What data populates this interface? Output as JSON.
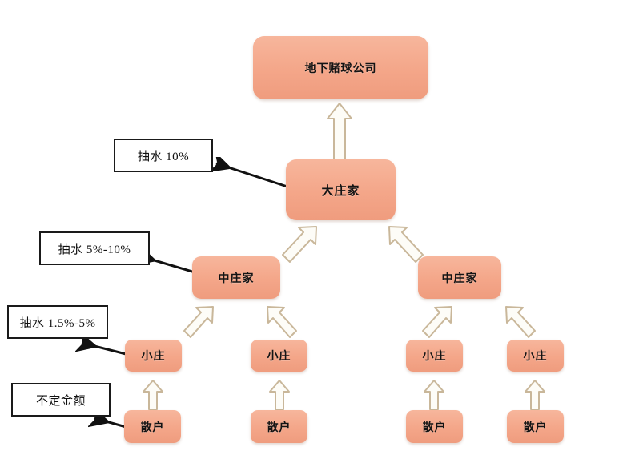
{
  "diagram": {
    "title_text": "",
    "colors": {
      "node_fill_top": "#f7b69c",
      "node_fill_bottom": "#ef9c7e",
      "block_arrow_stroke": "#c9b79a",
      "block_arrow_fill": "#fdfcf7",
      "pointer_arrow": "#111111",
      "label_border": "#1a1a1a",
      "background": "#ffffff"
    },
    "nodes": [
      {
        "id": "company",
        "label": "地下赌球公司",
        "level": 1
      },
      {
        "id": "big",
        "label": "大庄家",
        "level": 2
      },
      {
        "id": "midL",
        "label": "中庄家",
        "level": 3
      },
      {
        "id": "midR",
        "label": "中庄家",
        "level": 3
      },
      {
        "id": "smallLL",
        "label": "小庄",
        "level": 4
      },
      {
        "id": "smallLR",
        "label": "小庄",
        "level": 4
      },
      {
        "id": "smallRL",
        "label": "小庄",
        "level": 4
      },
      {
        "id": "smallRR",
        "label": "小庄",
        "level": 4
      },
      {
        "id": "retailLL",
        "label": "散户",
        "level": 5
      },
      {
        "id": "retailLR",
        "label": "散户",
        "level": 5
      },
      {
        "id": "retailRL",
        "label": "散户",
        "level": 5
      },
      {
        "id": "retailRR",
        "label": "散户",
        "level": 5
      }
    ],
    "labels": [
      {
        "id": "rake10",
        "text": "抽水 10%"
      },
      {
        "id": "rake510",
        "text": "抽水 5%-10%"
      },
      {
        "id": "rake155",
        "text": "抽水 1.5%-5%"
      },
      {
        "id": "variable",
        "text": "不定金额"
      }
    ],
    "flows": [
      {
        "from": "大庄家",
        "to": "地下赌球公司",
        "style": "block-arrow-up"
      },
      {
        "from": "中庄家",
        "to": "大庄家",
        "style": "block-arrow-up-right"
      },
      {
        "from": "中庄家",
        "to": "大庄家",
        "style": "block-arrow-up-left"
      },
      {
        "from": "小庄",
        "to": "中庄家",
        "style": "block-arrow-up-right"
      },
      {
        "from": "小庄",
        "to": "中庄家",
        "style": "block-arrow-up-left"
      },
      {
        "from": "散户",
        "to": "小庄",
        "style": "block-arrow-up"
      }
    ],
    "annotations": [
      {
        "from": "大庄家",
        "label": "抽水 10%"
      },
      {
        "from": "中庄家",
        "label": "抽水 5%-10%"
      },
      {
        "from": "小庄",
        "label": "抽水 1.5%-5%"
      },
      {
        "from": "散户",
        "label": "不定金额"
      }
    ]
  }
}
